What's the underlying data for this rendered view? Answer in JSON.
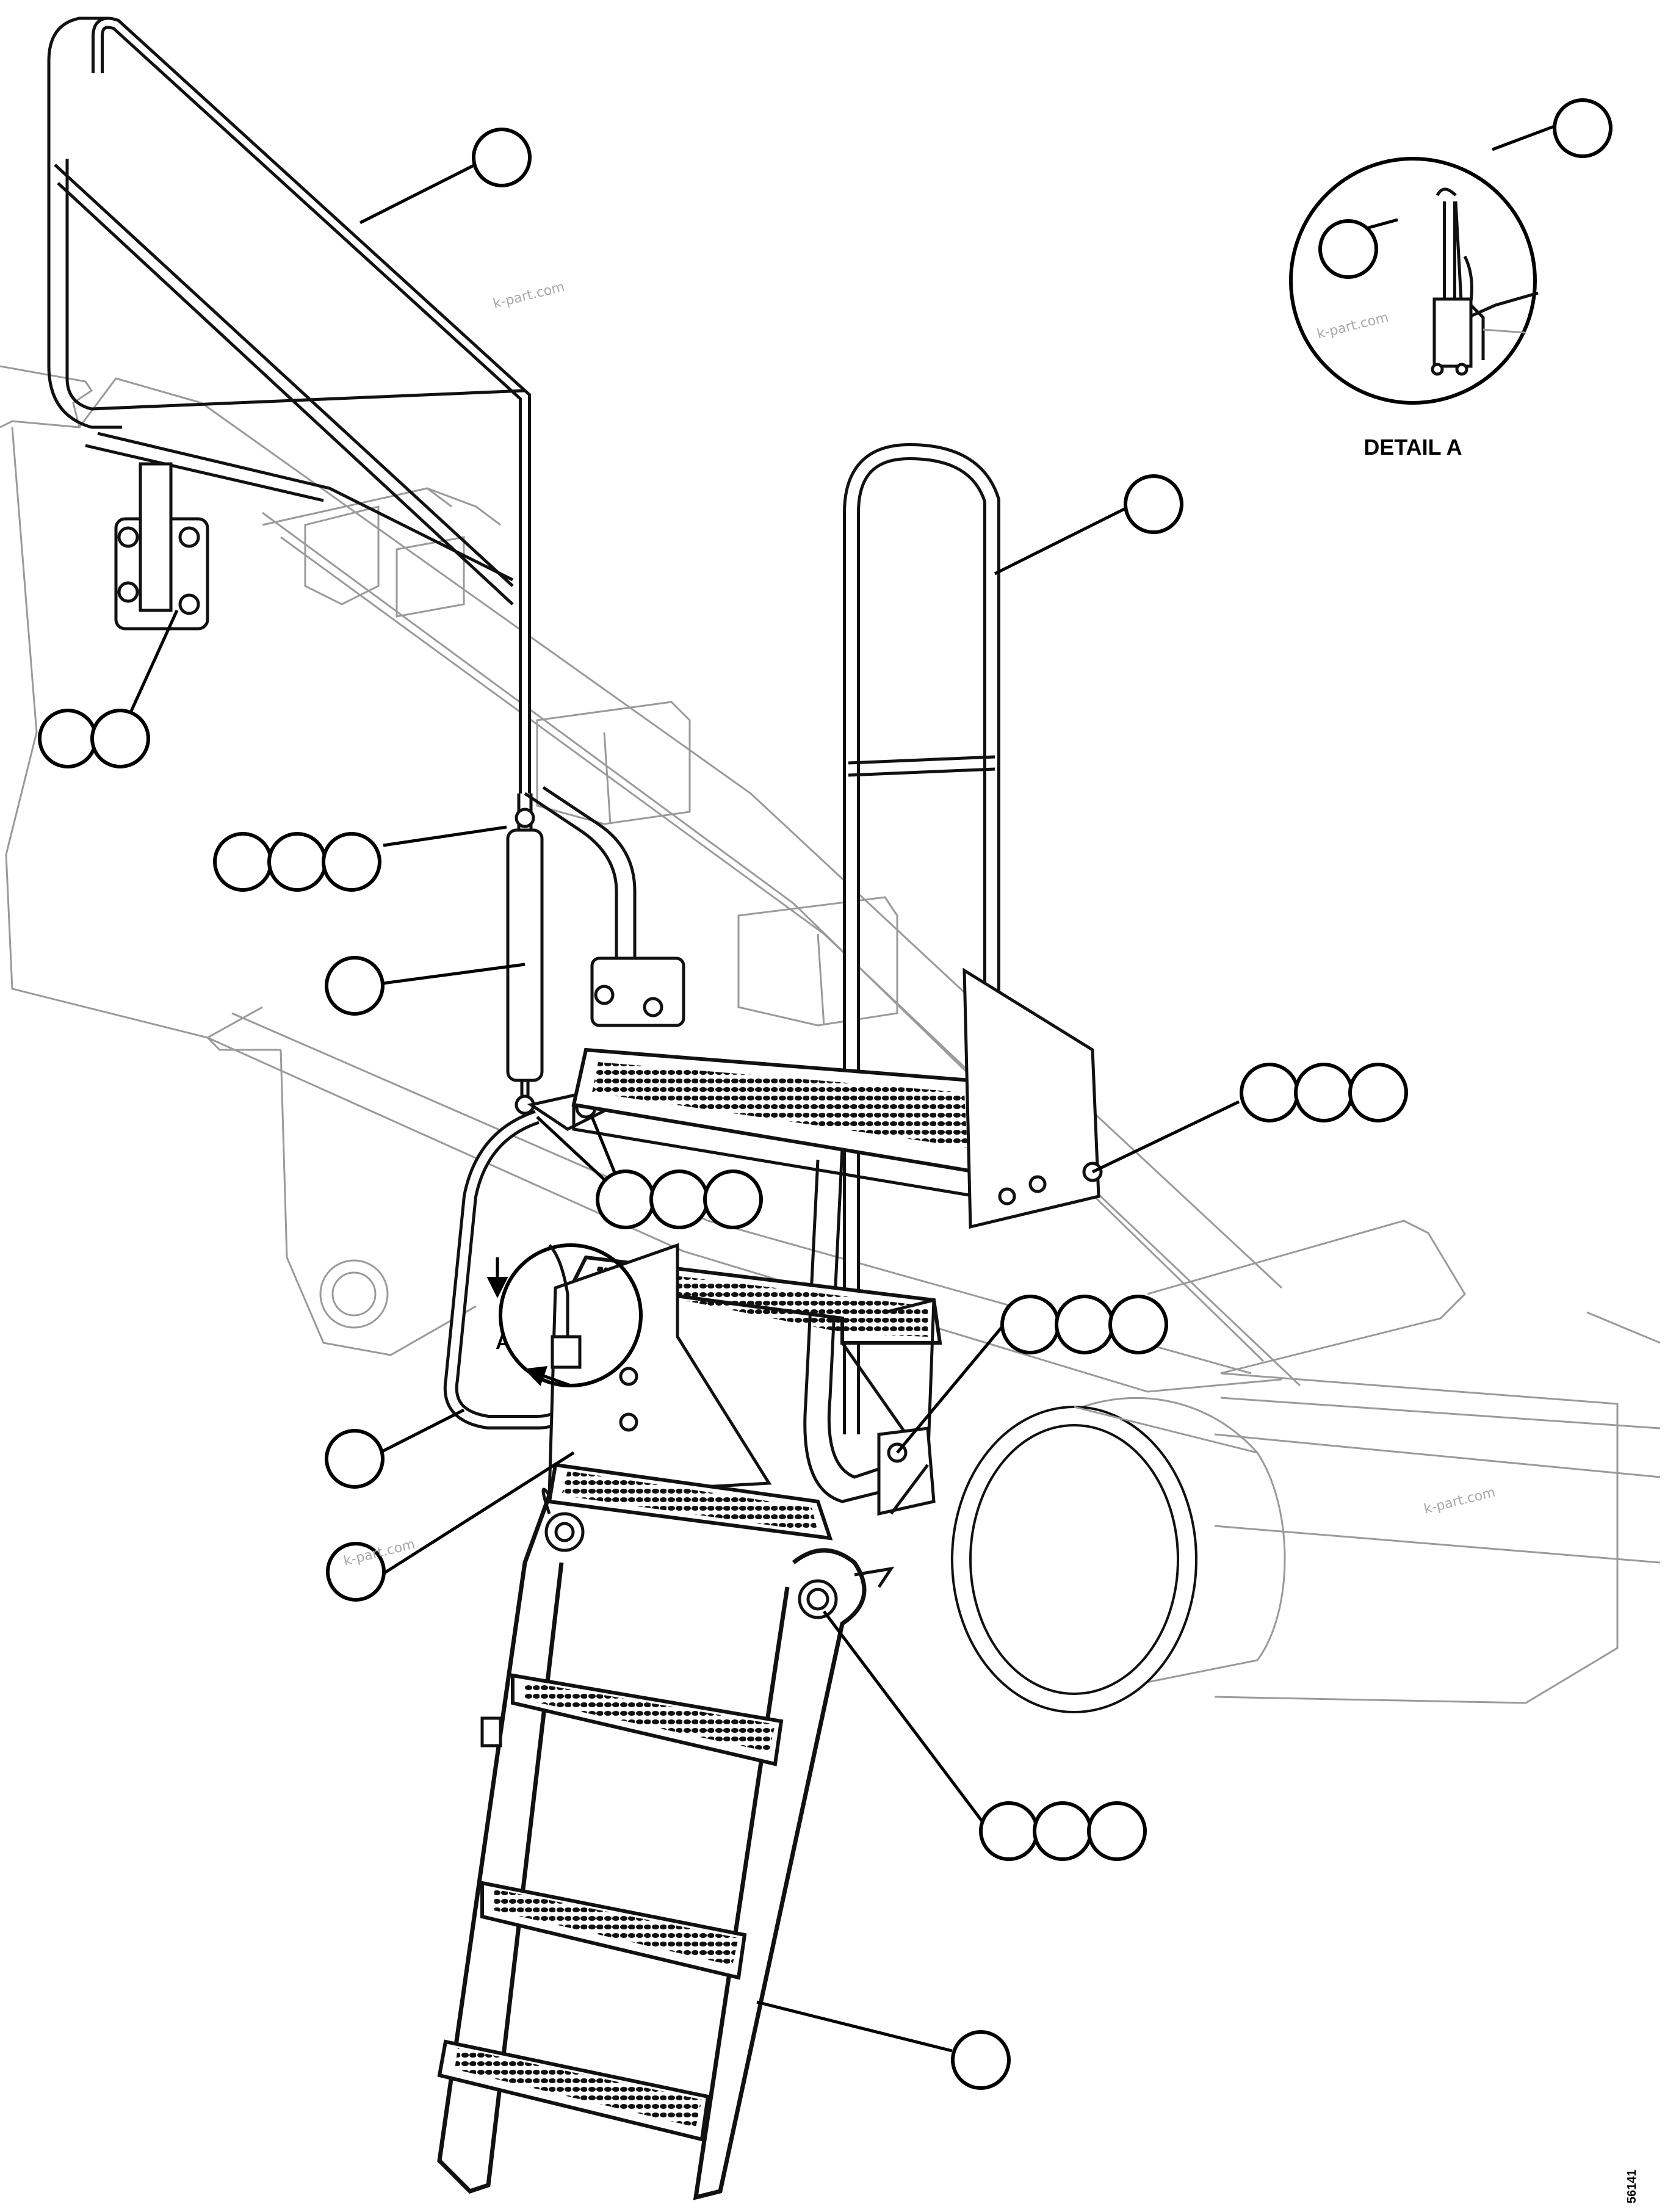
{
  "detail": {
    "title": "DETAIL A",
    "view_marker": "A"
  },
  "callouts": {
    "bubble_counts": [
      1,
      1,
      1,
      2,
      3,
      1,
      3,
      3,
      3,
      1,
      1,
      3,
      1
    ]
  },
  "watermark": "k-part.com",
  "drawing_number": "56141",
  "colors": {
    "ink": "#111111",
    "background_lines": "#9a9a9a",
    "watermark": "#a8a8a8"
  }
}
